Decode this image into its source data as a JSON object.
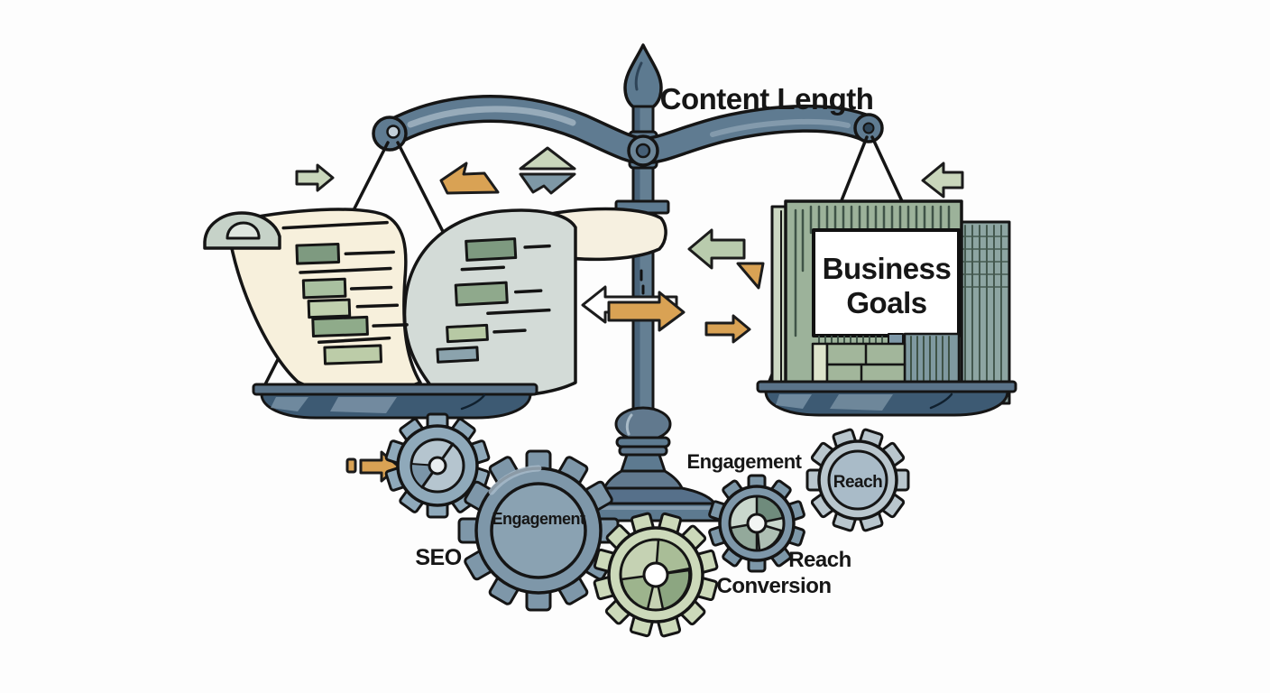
{
  "title": "Content Length",
  "sign": {
    "line1": "Business",
    "line2": "Goals"
  },
  "gears": {
    "engagement_center": "Engagement",
    "seo_label": "SEO",
    "engagement_label": "Engagement",
    "reach_gear": "Reach",
    "reach_label": "Reach",
    "conversion_label": "Conversion"
  },
  "colors": {
    "metal": "#5f7b91",
    "metal_dark": "#49637a",
    "metal_light": "#9db0bf",
    "pan": "#3d5a73",
    "scroll_cream": "#f7f0dc",
    "scroll_gray": "#d3dbd7",
    "scroll_fold": "#f6f0e0",
    "scroll_curl": "#c6d2c8",
    "block_green_dark": "#7e9a80",
    "block_green_mid": "#a9c0a0",
    "block_green_pale": "#c0d0ae",
    "block_blue": "#8ba3ad",
    "building_green": "#9cb29a",
    "building_pale": "#ccd8c2",
    "building_teal": "#8da5a2",
    "building_stripe": "#3f5347",
    "brick": "#a2b69b",
    "sign_bg": "#ffffff",
    "orange": "#d9a254",
    "arrow_pale_green": "#c9d6bb",
    "arrow_sage": "#b9cbad",
    "arrow_steel": "#7e98a6",
    "arrow_white": "#ffffff",
    "gear_blue": "#7e97a9",
    "gear_blue_inner": "#8aa2b2",
    "gear_blue_light": "#8fa9ba",
    "gear_blue_pale": "#b9c6cd",
    "gear_blue_pale_inner": "#a9bbc8",
    "gear_green": "#ccd9ba",
    "gear_green_inner": "#c5d2b3",
    "wedge_dark": "#6f8b7c",
    "wedge_sage": "#9db48d",
    "ink": "#161616"
  }
}
